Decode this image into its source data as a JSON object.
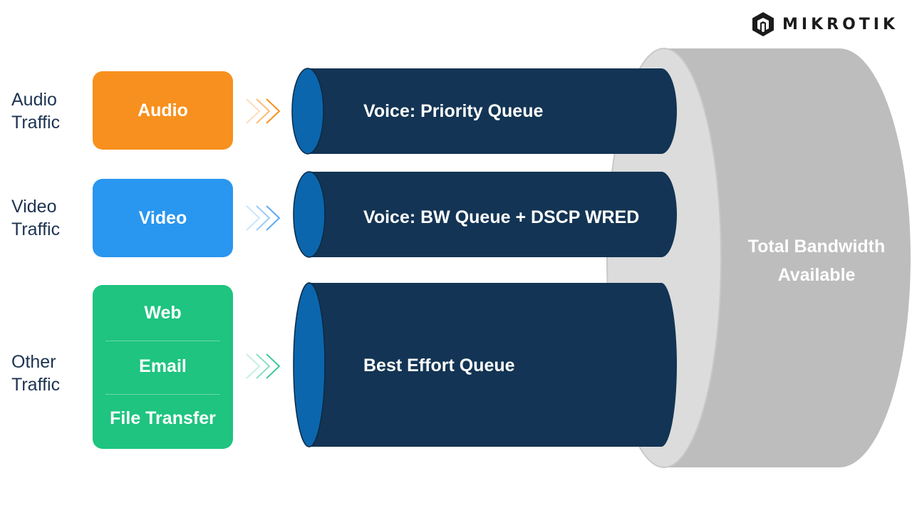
{
  "brand": {
    "name": "MIKROTIK",
    "logo_icon": "mikrotik-hex-icon"
  },
  "categories": [
    {
      "label": "Audio\nTraffic",
      "items": [
        "Audio"
      ],
      "color": "#f7901e",
      "chevron_color": "#f7901e",
      "queue": "Voice: Priority Queue"
    },
    {
      "label": "Video\nTraffic",
      "items": [
        "Video"
      ],
      "color": "#2996ef",
      "chevron_color": "#5aaaf0",
      "queue": "Voice: BW Queue  + DSCP WRED"
    },
    {
      "label": "Other\nTraffic",
      "items": [
        "Web",
        "Email",
        "File Transfer"
      ],
      "color": "#1ec47f",
      "chevron_color": "#3dc99a",
      "queue": "Best Effort Queue"
    }
  ],
  "total": {
    "label": "Total Bandwidth Available"
  },
  "colors": {
    "pipe_body": "#133454",
    "pipe_end": "#0b66ad",
    "cylinder_face": "#dcdcdc",
    "cylinder_body": "#bdbdbd",
    "label_text": "#1d3351"
  }
}
